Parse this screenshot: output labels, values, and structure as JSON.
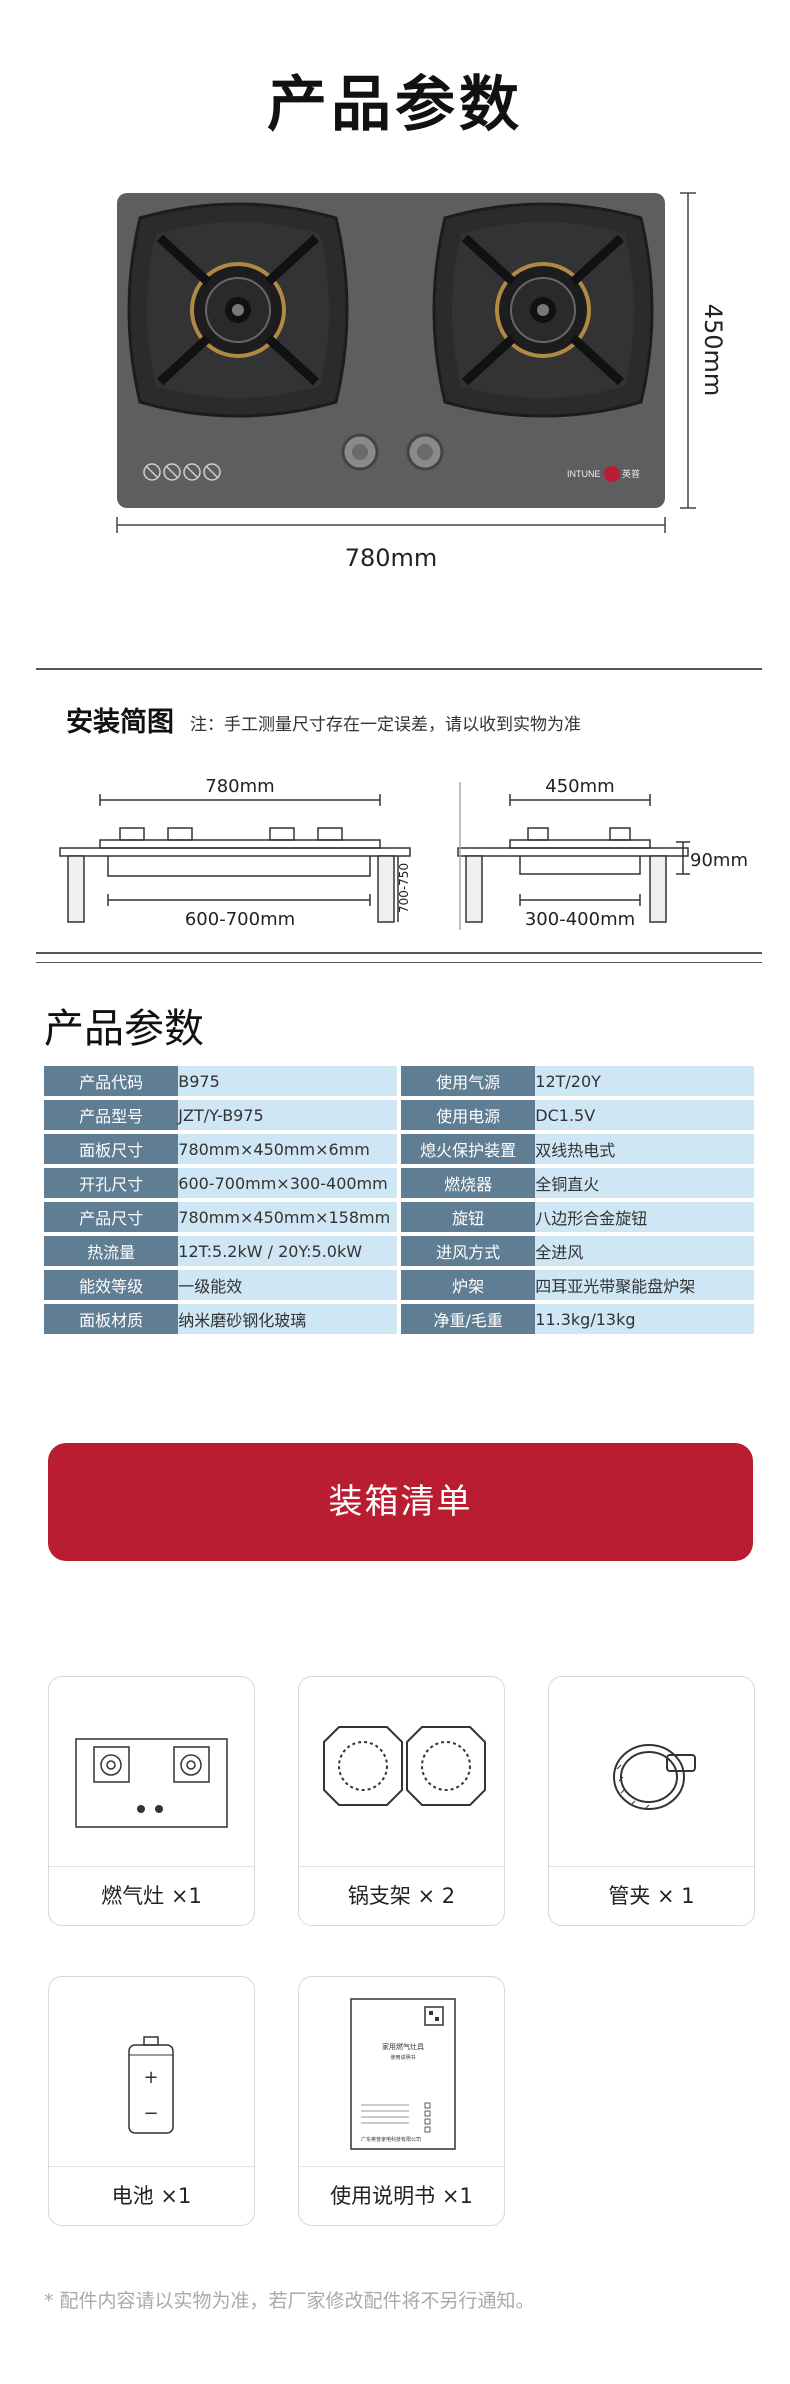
{
  "header": {
    "title": "产品参数"
  },
  "dims": {
    "width": "780mm",
    "height": "450mm"
  },
  "stove": {
    "brand_a": "INTUNE",
    "brand_b": "英普"
  },
  "install": {
    "title": "安装简图",
    "note": "注：手工测量尺寸存在一定误差，请以收到实物为准",
    "front_width": "780mm",
    "front_cutout": "600-700mm",
    "front_depth": "700-750",
    "side_width": "450mm",
    "side_cutout": "300-400mm",
    "side_height": "90mm"
  },
  "params": {
    "title": "产品参数",
    "rows": [
      {
        "l1": "产品代码",
        "v1": "B975",
        "l2": "使用气源",
        "v2": "12T/20Y"
      },
      {
        "l1": "产品型号",
        "v1": "JZT/Y-B975",
        "l2": "使用电源",
        "v2": "DC1.5V"
      },
      {
        "l1": "面板尺寸",
        "v1": "780mm×450mm×6mm",
        "l2": "熄火保护装置",
        "v2": "双线热电式"
      },
      {
        "l1": "开孔尺寸",
        "v1": "600-700mm×300-400mm",
        "l2": "燃烧器",
        "v2": "全铜直火"
      },
      {
        "l1": "产品尺寸",
        "v1": "780mm×450mm×158mm",
        "l2": "旋钮",
        "v2": "八边形合金旋钮"
      },
      {
        "l1": "热流量",
        "v1": "12T:5.2kW / 20Y:5.0kW",
        "l2": "进风方式",
        "v2": "全进风"
      },
      {
        "l1": "能效等级",
        "v1": "一级能效",
        "l2": "炉架",
        "v2": "四耳亚光带聚能盘炉架"
      },
      {
        "l1": "面板材质",
        "v1": "纳米磨砂钢化玻璃",
        "l2": "净重/毛重",
        "v2": "11.3kg/13kg"
      }
    ]
  },
  "packing": {
    "title": "装箱清单",
    "items": [
      {
        "label": "燃气灶 ×1"
      },
      {
        "label": "锅支架 × 2"
      },
      {
        "label": "管夹 × 1"
      },
      {
        "label": "电池 ×1"
      },
      {
        "label": "使用说明书 ×1"
      }
    ],
    "manual_title": "家用燃气灶具",
    "manual_sub": "使用说明书",
    "manual_company": "广东英普家电科技有限公司",
    "battery_plus": "+",
    "battery_minus": "−"
  },
  "footer": {
    "note": "* 配件内容请以实物为准，若厂家修改配件将不另行通知。"
  },
  "colors": {
    "accent": "#ba1c31",
    "label_bg": "#5f7d93",
    "value_bg": "#cfe6f4",
    "panel": "#5d5e60"
  }
}
